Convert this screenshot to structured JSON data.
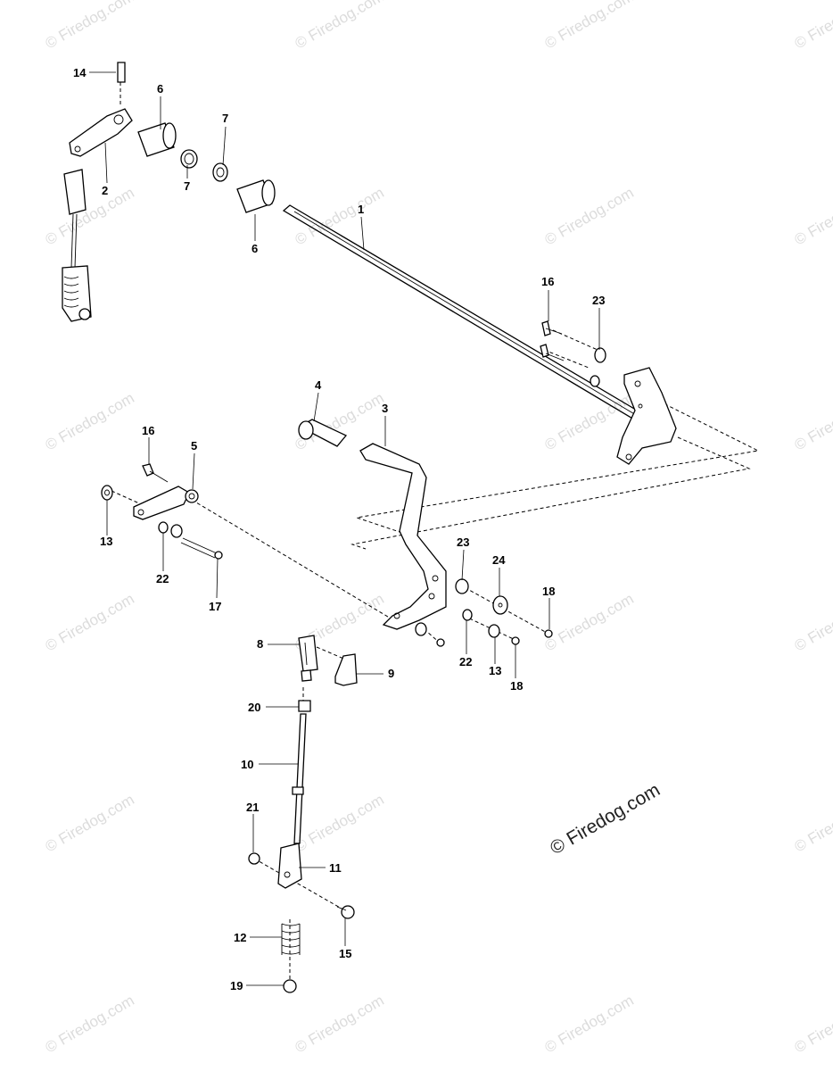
{
  "watermark": {
    "text": "© Firedog.com",
    "main_text": "© Firedog.com"
  },
  "callouts": {
    "c1": "1",
    "c2": "2",
    "c3": "3",
    "c4": "4",
    "c5": "5",
    "c6a": "6",
    "c6b": "6",
    "c7a": "7",
    "c7b": "7",
    "c8": "8",
    "c9": "9",
    "c10": "10",
    "c11": "11",
    "c12": "12",
    "c13a": "13",
    "c13b": "13",
    "c14": "14",
    "c15": "15",
    "c16a": "16",
    "c16b": "16",
    "c17": "17",
    "c18a": "18",
    "c18b": "18",
    "c19": "19",
    "c20": "20",
    "c21": "21",
    "c22a": "22",
    "c22b": "22",
    "c23a": "23",
    "c23b": "23",
    "c24": "24"
  }
}
